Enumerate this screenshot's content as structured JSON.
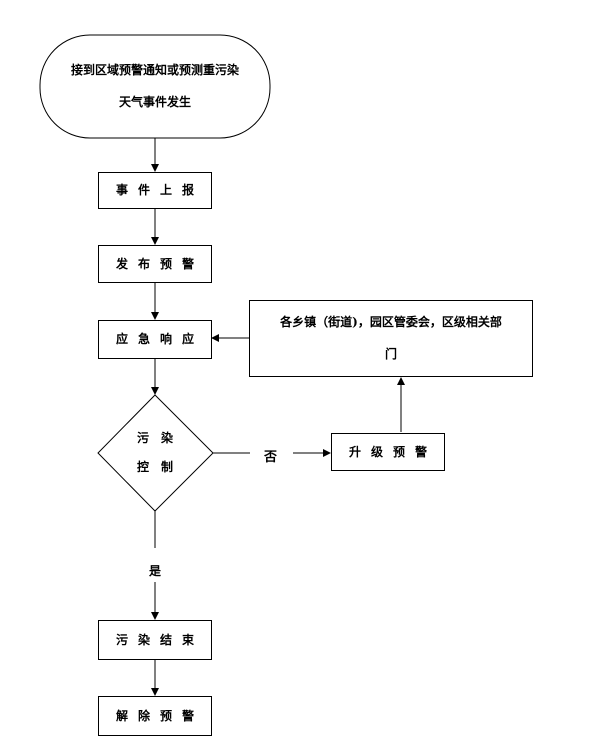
{
  "diagram": {
    "start": {
      "line1": "接到区域预警通知或预测重污染",
      "line2": "天气事件发生"
    },
    "report": "事件上报",
    "publish": "发布预警",
    "response": "应急响应",
    "decision": {
      "line1": "污　染",
      "line2": "控　制"
    },
    "no_label": "否",
    "yes_label": "是",
    "upgrade": "升级预警",
    "departments": {
      "line1": "各乡镇（街道)，园区管委会，区级相关部",
      "line2": "门"
    },
    "end_pollution": "污染结束",
    "lift_warning": "解除预警"
  }
}
